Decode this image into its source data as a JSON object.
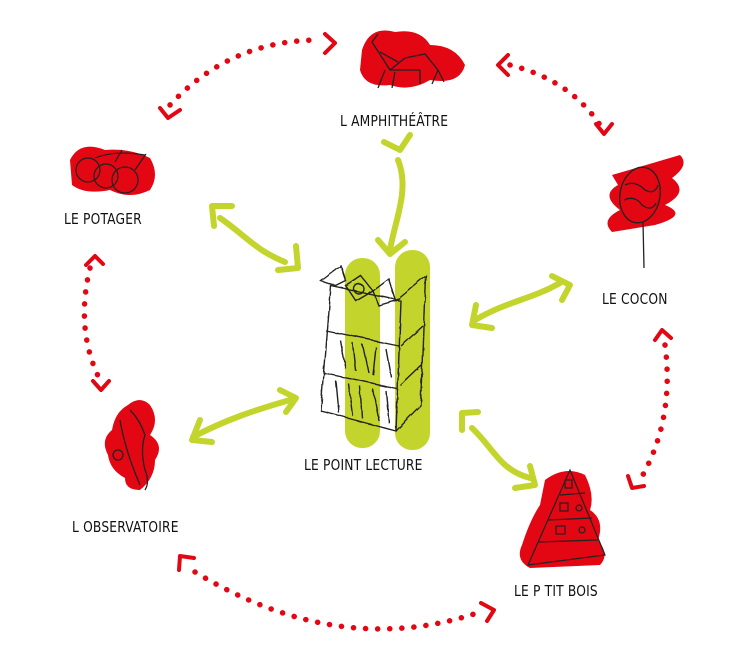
{
  "colors": {
    "red": "#e30613",
    "lime": "#c3d52c",
    "ink": "#1a1a1a"
  },
  "center": {
    "label": "LE POINT LECTURE",
    "icon": "bookshelf-icon"
  },
  "nodes": [
    {
      "id": "amphitheatre",
      "label": "L AMPHITHÉÂTRE",
      "icon": "amphitheatre-icon"
    },
    {
      "id": "potager",
      "label": "LE POTAGER",
      "icon": "cherries-icon"
    },
    {
      "id": "cocon",
      "label": "LE COCON",
      "icon": "cocoon-icon"
    },
    {
      "id": "observatoire",
      "label": "L OBSERVATOIRE",
      "icon": "bird-icon"
    },
    {
      "id": "ptit-bois",
      "label": "LE P TIT BOIS",
      "icon": "treehouse-icon"
    }
  ],
  "connections": {
    "center_links": [
      "amphitheatre",
      "potager",
      "cocon",
      "observatoire",
      "ptit-bois"
    ],
    "ring_links": [
      [
        "potager",
        "amphitheatre"
      ],
      [
        "amphitheatre",
        "cocon"
      ],
      [
        "cocon",
        "ptit-bois"
      ],
      [
        "ptit-bois",
        "observatoire"
      ],
      [
        "observatoire",
        "potager"
      ]
    ]
  }
}
